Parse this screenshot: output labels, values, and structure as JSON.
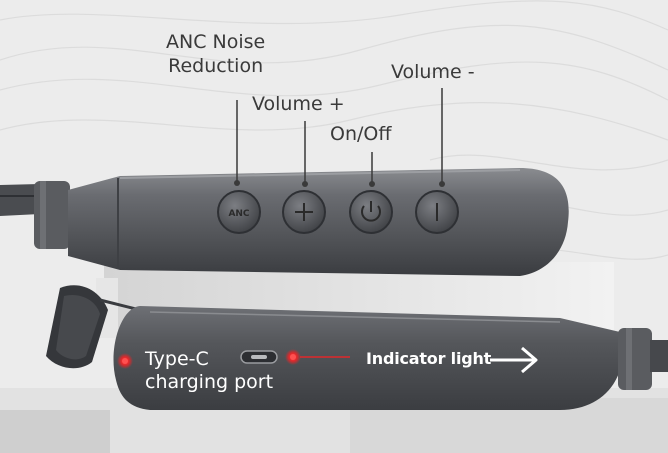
{
  "labels": {
    "anc": [
      "ANC Noise",
      "Reduction"
    ],
    "volume_plus": "Volume +",
    "on_off": "On/Off",
    "volume_minus": "Volume -",
    "type_c": [
      "Type-C",
      "charging port"
    ],
    "indicator": "Indicator light"
  },
  "buttons": {
    "anc_text": "ANC",
    "plus_glyph": "+"
  },
  "colors": {
    "background": "#ececec",
    "body": "#56585c",
    "marker": "#e0282b"
  }
}
